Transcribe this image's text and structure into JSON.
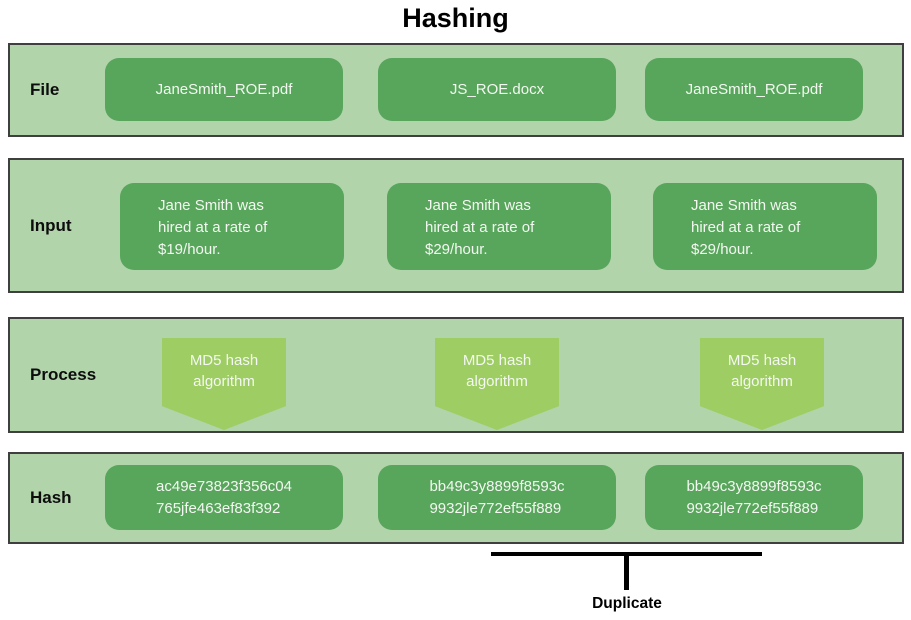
{
  "title": "Hashing",
  "colors": {
    "band_background": "#b1d4ab",
    "band_border": "#3f3f3f",
    "node_green": "#58a55c",
    "process_green": "#9ecd63",
    "node_text": "#f3f8f1",
    "annotation_black": "#000000"
  },
  "rows": {
    "file": {
      "label": "File",
      "items": [
        "JaneSmith_ROE.pdf",
        "JS_ROE.docx",
        "JaneSmith_ROE.pdf"
      ]
    },
    "input": {
      "label": "Input",
      "items": [
        "Jane Smith was\nhired at a rate of\n$19/hour.",
        "Jane Smith was\nhired at a rate of\n$29/hour.",
        "Jane Smith was\nhired at a rate of\n$29/hour."
      ]
    },
    "process": {
      "label": "Process",
      "items": [
        "MD5 hash\nalgorithm",
        "MD5 hash\nalgorithm",
        "MD5 hash\nalgorithm"
      ]
    },
    "hash": {
      "label": "Hash",
      "items": [
        "ac49e73823f356c04\n765jfe463ef83f392",
        "bb49c3y8899f8593c\n9932jle772ef55f889",
        "bb49c3y8899f8593c\n9932jle772ef55f889"
      ]
    }
  },
  "annotation": {
    "label": "Duplicate"
  }
}
